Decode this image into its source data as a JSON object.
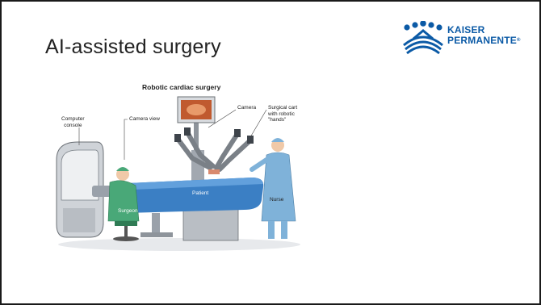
{
  "slide": {
    "title": "AI-assisted surgery"
  },
  "logo": {
    "line1": "KAISER",
    "line2": "PERMANENTE",
    "registered": "®",
    "color": "#0b5aa6"
  },
  "illustration": {
    "title": "Robotic cardiac surgery",
    "labels": {
      "computer_console": [
        "Computer",
        "console"
      ],
      "camera_view": "Camera view",
      "camera": "Camera",
      "surgical_cart": [
        "Surgical cart",
        "with robotic",
        "\"hands\""
      ],
      "patient": "Patient",
      "surgeon": "Surgeon",
      "nurse": "Nurse"
    },
    "colors": {
      "drape": "#3b7fc4",
      "surgeon_gown": "#49a878",
      "nurse_gown": "#7fb2d9",
      "console": "#c9cdd3",
      "arms": "#9aa1aa"
    }
  }
}
